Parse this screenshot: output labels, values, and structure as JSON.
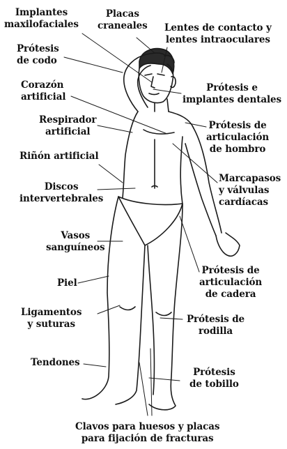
{
  "labels": {
    "implantes_maxilofaciales": [
      "Implantes",
      "maxilofaciales"
    ],
    "placas_craneales": [
      "Placas",
      "craneales"
    ],
    "lentes": [
      "Lentes de contacto y",
      "lentes intraoculares"
    ],
    "protesis_codo": [
      "Prótesis",
      "de codo"
    ],
    "protesis_dentales": [
      "Prótesis e",
      "implantes dentales"
    ],
    "corazon_artificial": [
      "Corazón",
      "artificial"
    ],
    "respirador_artificial": [
      "Respirador",
      "artificial"
    ],
    "protesis_hombro": [
      "Prótesis de",
      "articulación",
      "de hombro"
    ],
    "rinon_artificial": [
      "Riñón artificial"
    ],
    "discos_intervertebrales": [
      "Discos",
      "intervertebrales"
    ],
    "marcapasos": [
      "Marcapasos",
      "y válvulas",
      "cardíacas"
    ],
    "vasos_sanguineos": [
      "Vasos",
      "sanguíneos"
    ],
    "piel": [
      "Piel"
    ],
    "protesis_cadera": [
      "Prótesis de",
      "articulación",
      "de cadera"
    ],
    "ligamentos_suturas": [
      "Ligamentos",
      "y suturas"
    ],
    "protesis_rodilla": [
      "Prótesis de",
      "rodilla"
    ],
    "tendones": [
      "Tendones"
    ],
    "protesis_tobillo": [
      "Prótesis",
      "de tobillo"
    ],
    "clavos_placas": [
      "Clavos para huesos y placas",
      "para fijación de fracturas"
    ]
  }
}
